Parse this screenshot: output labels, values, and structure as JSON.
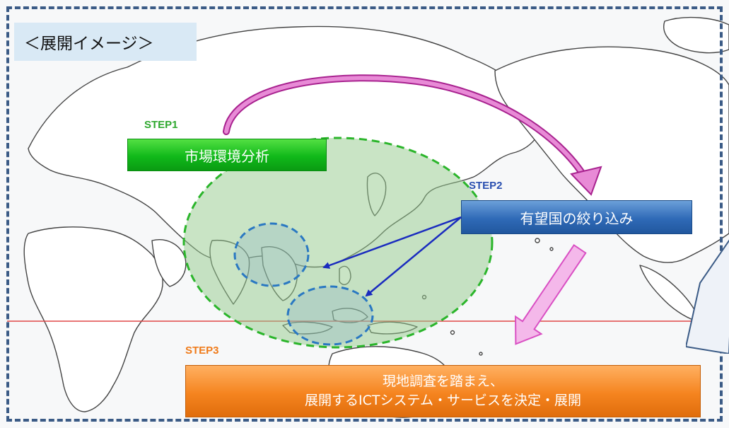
{
  "title": "＜展開イメージ＞",
  "step1": {
    "label": "STEP1",
    "box_text": "市場環境分析",
    "color": "#1bbf23"
  },
  "step2": {
    "label": "STEP2",
    "box_text": "有望国の絞り込み",
    "color": "#2f6ab7"
  },
  "step3": {
    "label": "STEP3",
    "line1": "現地調査を踏まえ、",
    "line2": "展開するICTシステム・サービスを決定・展開",
    "color": "#f5841f"
  },
  "colors": {
    "frame": "#3b5b86",
    "arrow_pink": "#d94fc3",
    "arrow_blue": "#1a2bbf",
    "ellipse_green": "#2bb52b",
    "ellipse_blue": "#2a78c2",
    "equator": "#e04848"
  }
}
